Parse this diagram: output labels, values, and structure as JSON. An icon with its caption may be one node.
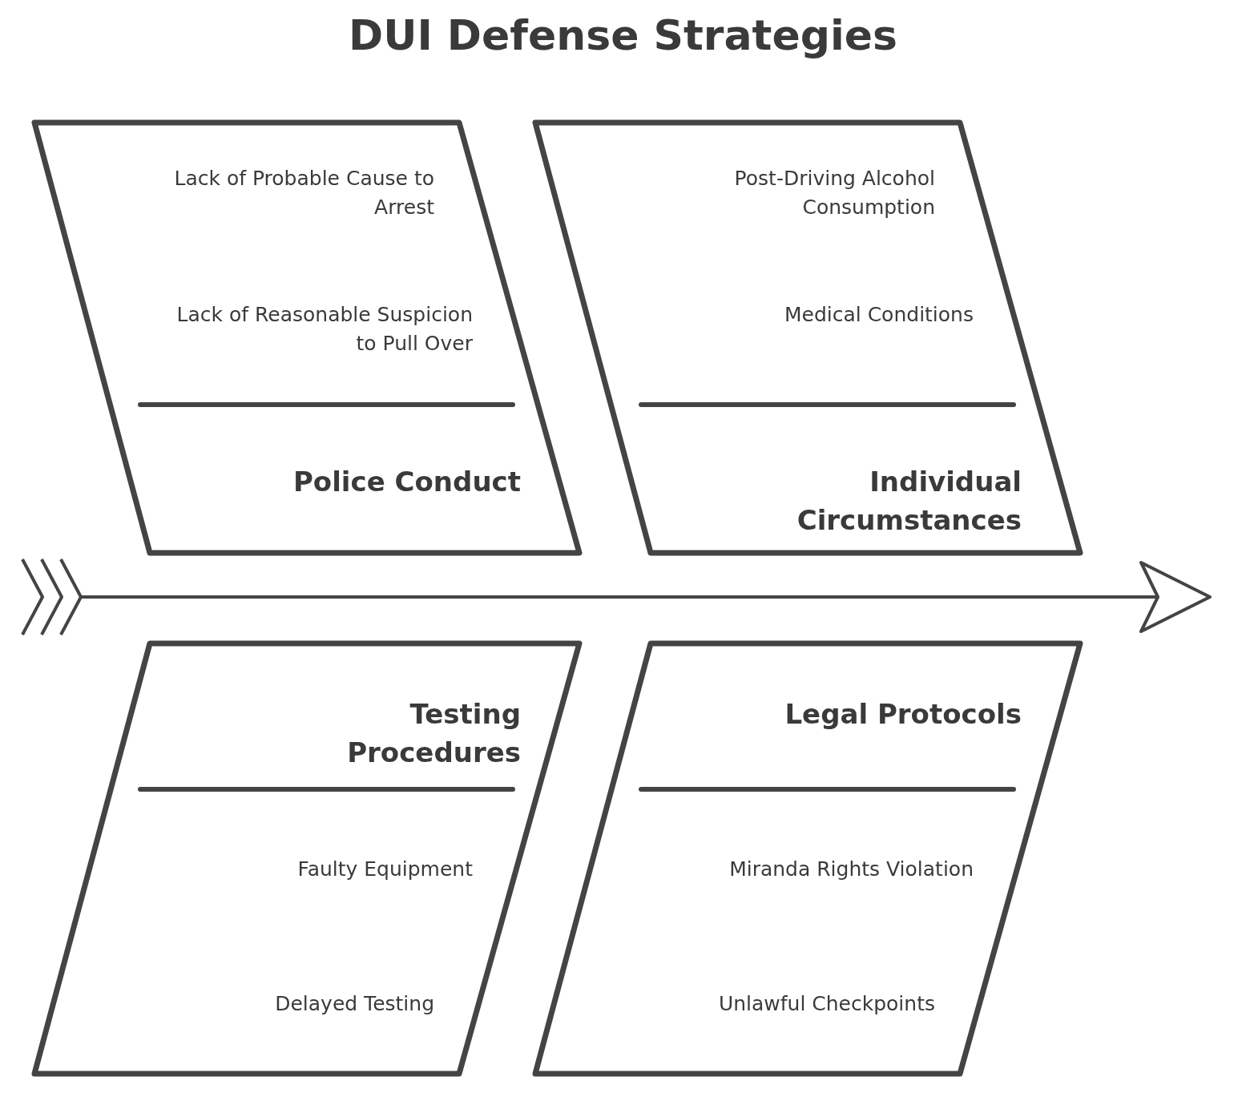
{
  "diagram": {
    "title": "DUI Defense Strategies",
    "nodes": [
      {
        "text": [
          "Lack of Probable Cause to Arrest",
          "Lack of Reasonable Suspicion to Pull Over",
          "Police Conduct"
        ]
      },
      {
        "text": [
          "Post-Driving Alcohol Consumption",
          "Medical Conditions",
          "Individual Circumstances"
        ]
      },
      {
        "text": [
          "Testing Procedures",
          "Faulty Equipment",
          "Delayed Testing"
        ]
      },
      {
        "text": [
          "Legal Protocols",
          "Miranda Rights Violation",
          "Unlawful Checkpoints"
        ]
      }
    ]
  }
}
